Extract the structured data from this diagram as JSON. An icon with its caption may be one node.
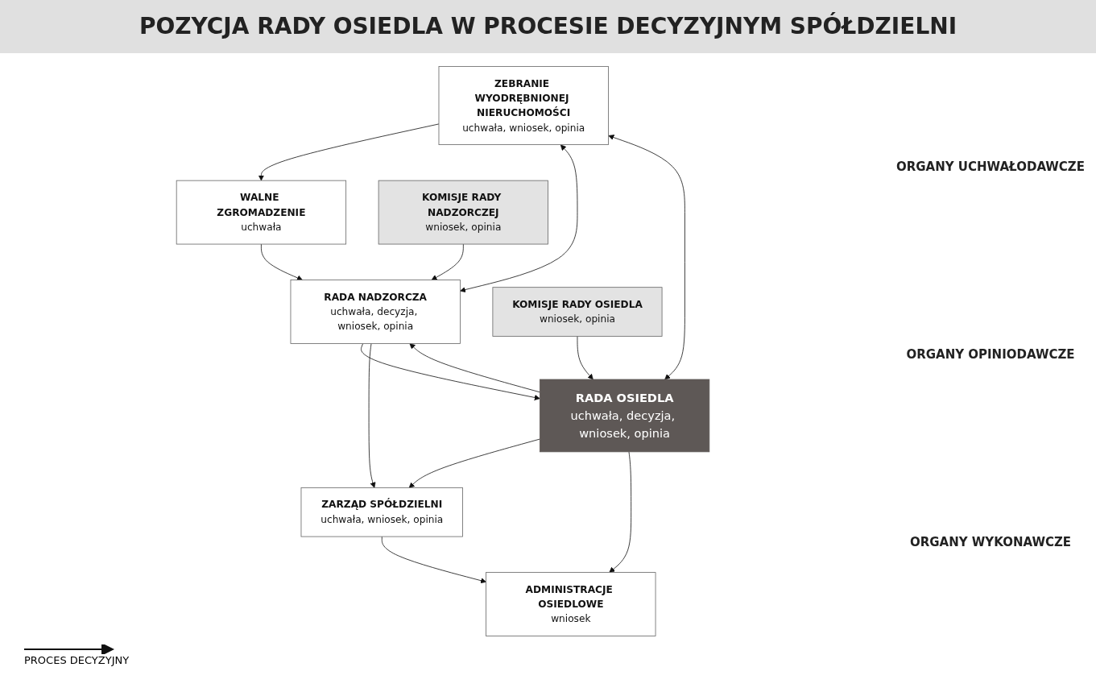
{
  "diagram": {
    "title": "POZYCJA RADY OSIEDLA W PROCESIE DECYZYJNYM SPÓŁDZIELNI",
    "nodes": [
      {
        "text": [
          "WALNE ZGROMADZENIE",
          "uchwała"
        ]
      },
      {
        "text": [
          "ZEBRANIE WYODRĘBNIONEJ NIERUCHOMOŚCI",
          "uchwała, wniosek, opinia"
        ]
      },
      {
        "text": [
          "RADA NADZORCZA",
          "uchwała, decyzja, wniosek, opinia"
        ]
      },
      {
        "text": [
          "RADA OSIEDLA",
          "uchwała, decyzja, wniosek, opinia"
        ]
      },
      {
        "text": [
          "KOMISJE RADY NADZORCZEJ",
          "wniosek, opinia"
        ]
      },
      {
        "text": [
          "KOMISJE RADY OSIEDLA",
          "wniosek, opinia"
        ]
      },
      {
        "text": [
          "ZARZĄD SPÓŁDZIELNI",
          "uchwała, wniosek, opinia"
        ]
      },
      {
        "text": [
          "ADMINISTRACJE OSIEDLOWE",
          "wniosek"
        ]
      }
    ],
    "edges": [
      {
        "from": 0,
        "to": 2,
        "arrow": "to"
      },
      {
        "from": 1,
        "to": 0,
        "arrow": "to"
      },
      {
        "from": 1,
        "to": 2,
        "arrow": "both"
      },
      {
        "from": 1,
        "to": 3,
        "arrow": "both"
      },
      {
        "from": 2,
        "to": 3,
        "arrow": "to"
      },
      {
        "from": 3,
        "to": 2,
        "arrow": "to"
      },
      {
        "from": 4,
        "to": 2,
        "arrow": "to"
      },
      {
        "from": 5,
        "to": 3,
        "arrow": "to"
      },
      {
        "from": 2,
        "to": 6,
        "arrow": "to"
      },
      {
        "from": 3,
        "to": 6,
        "arrow": "to"
      },
      {
        "from": 6,
        "to": 7,
        "arrow": "to"
      },
      {
        "from": 3,
        "to": 7,
        "arrow": "to"
      }
    ],
    "labels": [
      "ORGANY UCHWAŁODAWCZE",
      "ORGANY OPINIODAWCZE",
      "ORGANY WYKONAWCZE"
    ],
    "legend": [
      {
        "text": "PROCES DECYZYJNY"
      }
    ]
  }
}
